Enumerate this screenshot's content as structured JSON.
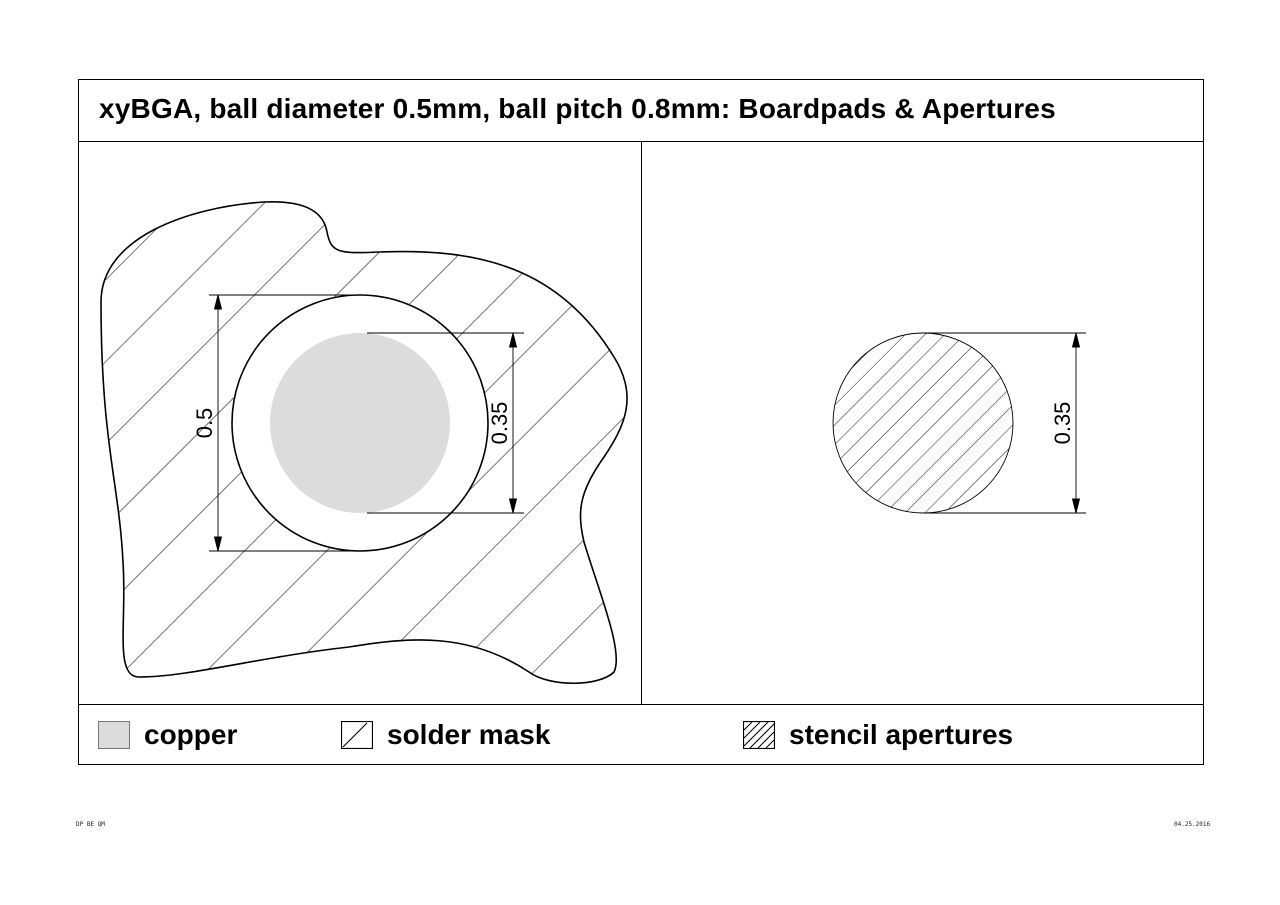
{
  "title": "xyBGA, ball diameter 0.5mm, ball pitch 0.8mm: Boardpads & Apertures",
  "left_panel": {
    "dim_outer": "0.5",
    "dim_inner": "0.35"
  },
  "right_panel": {
    "dim_aperture": "0.35"
  },
  "legend": {
    "copper": "copper",
    "solder_mask": "solder mask",
    "stencil": "stencil apertures"
  },
  "footer": {
    "left": "DP BE QM",
    "right": "04.25.2016"
  },
  "colors": {
    "copper": "#dcdcdc",
    "line": "#000000"
  }
}
